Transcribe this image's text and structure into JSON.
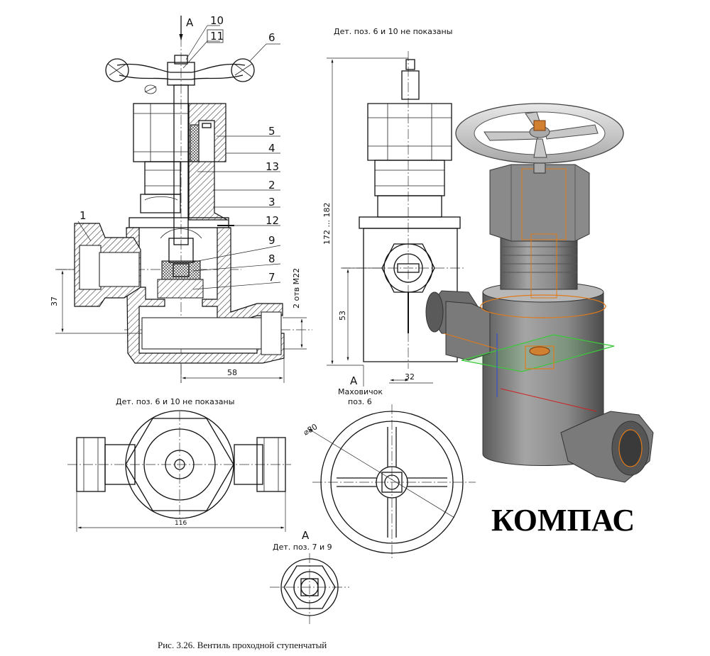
{
  "notes": {
    "side_view": "Дет. поз. 6 и 10 не показаны",
    "top_view": "Дет. поз. 6 и 10 не показаны",
    "detail_79": "Дет. поз. 7 и 9",
    "handwheel_title": "Маховичок",
    "handwheel_pos": "поз. 6"
  },
  "view_labels": {
    "section_arrow": "A",
    "side_view_a": "A",
    "handwheel_a": "A",
    "detail_a": "A"
  },
  "leaders": [
    "10",
    "11",
    "6",
    "5",
    "4",
    "13",
    "2",
    "3",
    "12",
    "9",
    "8",
    "7",
    "1"
  ],
  "dimensions": {
    "d37": "37",
    "d58": "58",
    "d2otv": "2 отв M22",
    "d172": "172 ... 182",
    "d53": "53",
    "d32": "32",
    "d116": "116",
    "d80": "⌀80"
  },
  "brand": "КОМПАС",
  "caption": "Рис. 3.26. Вентиль проходной ступенчатый",
  "colors": {
    "model_body": "#8c8c8c",
    "model_light": "#d4d4d4",
    "model_dark": "#4a4a4a",
    "wire_orange": "#e07a1a",
    "plane_green": "#3cc83c",
    "axis_blue": "#2a4bd0",
    "accent_red": "#d02020"
  }
}
